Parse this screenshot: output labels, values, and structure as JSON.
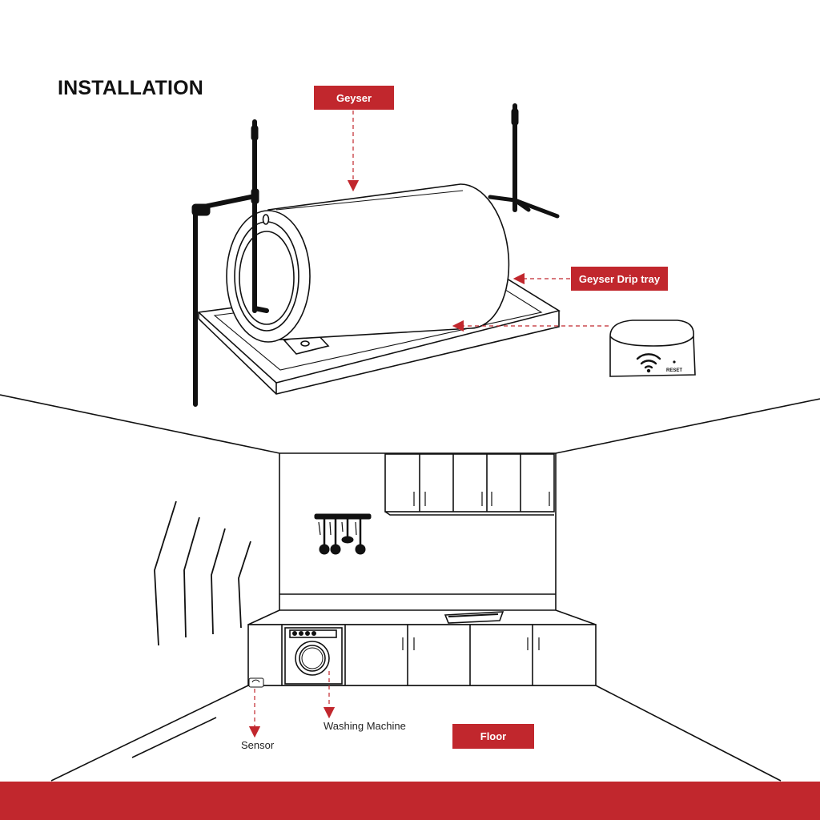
{
  "title": "INSTALLATION",
  "labels": {
    "geyser": "Geyser",
    "drip_tray": "Geyser Drip tray",
    "floor": "Floor",
    "sensor": "Sensor",
    "washing_machine": "Washing Machine"
  },
  "device": {
    "reset_label": "RESET",
    "icon": "wifi-icon"
  },
  "colors": {
    "accent": "#c1272d",
    "line": "#111111",
    "background": "#ffffff"
  }
}
